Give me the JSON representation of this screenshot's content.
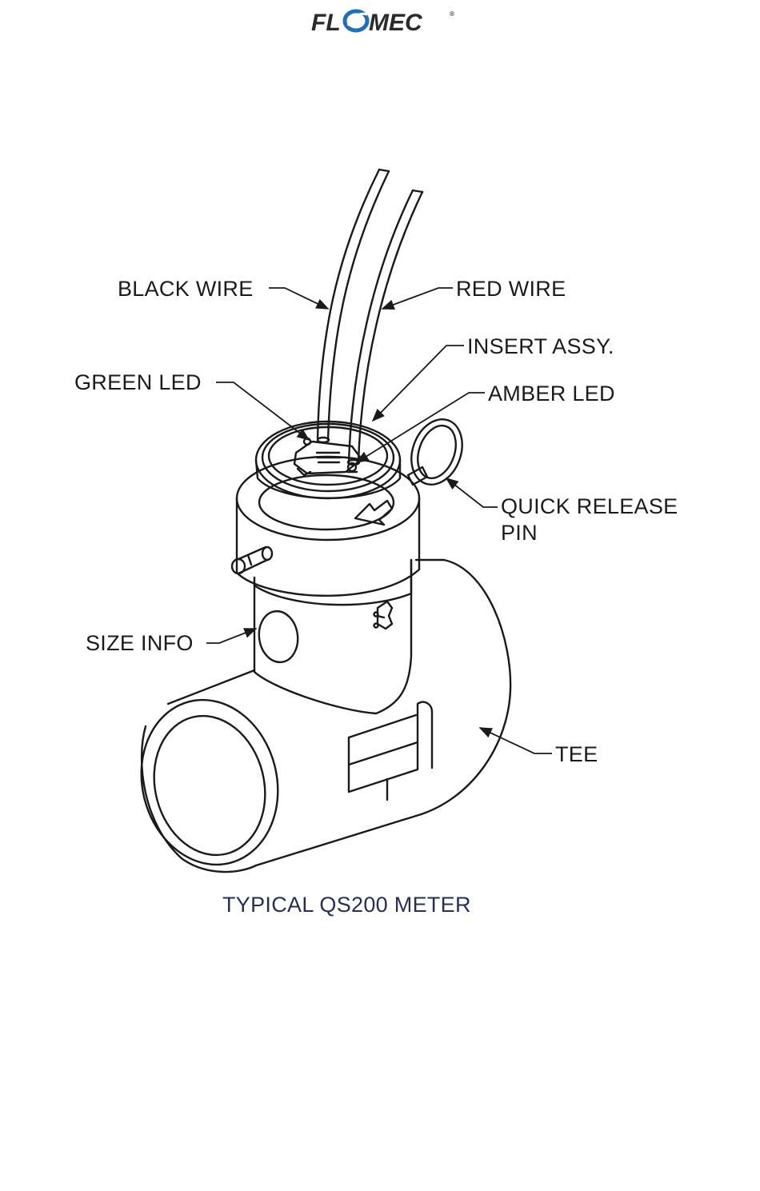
{
  "brand": {
    "logo_text_left": "FL",
    "logo_text_right": "MEC",
    "registered_mark": "®"
  },
  "labels": {
    "black_wire": "BLACK WIRE",
    "red_wire": "RED WIRE",
    "insert_assy": "INSERT ASSY.",
    "green_led": "GREEN LED",
    "amber_led": "AMBER LED",
    "quick_release_line1": "QUICK RELEASE",
    "quick_release_line2": "PIN",
    "size_info": "SIZE INFO",
    "tee": "TEE"
  },
  "caption": "TYPICAL QS200 METER",
  "colors": {
    "line": "#1a1a1a",
    "logo_text": "#2b2b2b",
    "logo_swoosh": "#1f6fb5",
    "caption": "#2a2f4f"
  },
  "icons": {
    "logo": "flomec-logo",
    "arrow": "callout-arrow"
  }
}
